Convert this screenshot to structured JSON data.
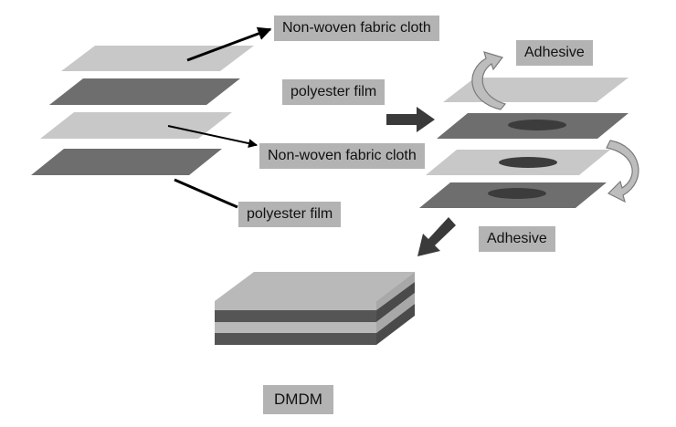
{
  "labels": {
    "nonwoven_top": "Non-woven fabric cloth",
    "polyester_top": "polyester film",
    "nonwoven_mid": "Non-woven fabric cloth",
    "polyester_bottom": "polyester film",
    "adhesive_top": "Adhesive",
    "adhesive_bottom": "Adhesive",
    "result": "DMDM"
  },
  "colors": {
    "light_sheet": "#c8c8c8",
    "dark_sheet": "#6e6e6e",
    "adhesive_spot": "#3c3c3c",
    "label_bg": "#b3b3b3",
    "arrow_dark": "#3a3a3a",
    "curved_arrow": "#bdbdbd"
  }
}
